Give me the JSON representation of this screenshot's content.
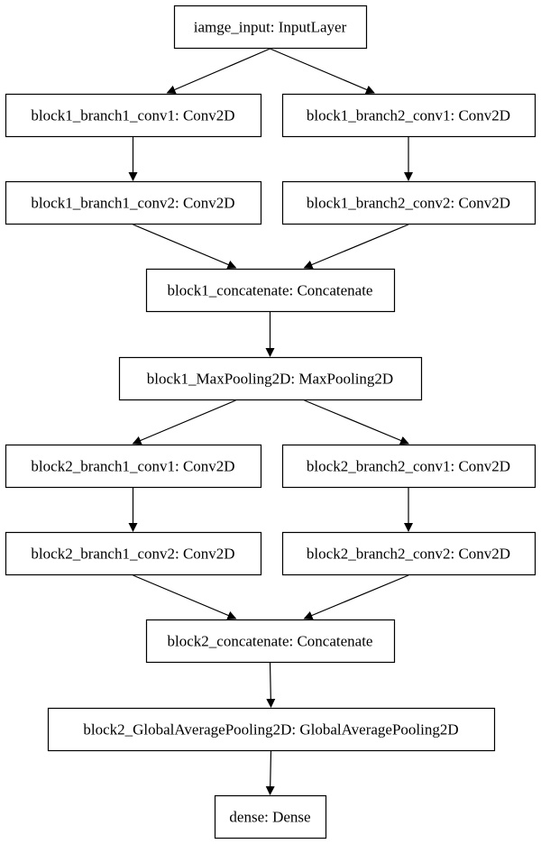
{
  "nodes": [
    {
      "id": "image_input",
      "label": "iamge_input: InputLayer"
    },
    {
      "id": "b1_br1_c1",
      "label": "block1_branch1_conv1: Conv2D"
    },
    {
      "id": "b1_br2_c1",
      "label": "block1_branch2_conv1: Conv2D"
    },
    {
      "id": "b1_br1_c2",
      "label": "block1_branch1_conv2: Conv2D"
    },
    {
      "id": "b1_br2_c2",
      "label": "block1_branch2_conv2: Conv2D"
    },
    {
      "id": "b1_concat",
      "label": "block1_concatenate: Concatenate"
    },
    {
      "id": "b1_pool",
      "label": "block1_MaxPooling2D: MaxPooling2D"
    },
    {
      "id": "b2_br1_c1",
      "label": "block2_branch1_conv1: Conv2D"
    },
    {
      "id": "b2_br2_c1",
      "label": "block2_branch2_conv1: Conv2D"
    },
    {
      "id": "b2_br1_c2",
      "label": "block2_branch1_conv2: Conv2D"
    },
    {
      "id": "b2_br2_c2",
      "label": "block2_branch2_conv2: Conv2D"
    },
    {
      "id": "b2_concat",
      "label": "block2_concatenate: Concatenate"
    },
    {
      "id": "b2_gap",
      "label": "block2_GlobalAveragePooling2D: GlobalAveragePooling2D"
    },
    {
      "id": "dense",
      "label": "dense: Dense"
    }
  ],
  "edges": [
    [
      "image_input",
      "b1_br1_c1"
    ],
    [
      "image_input",
      "b1_br2_c1"
    ],
    [
      "b1_br1_c1",
      "b1_br1_c2"
    ],
    [
      "b1_br2_c1",
      "b1_br2_c2"
    ],
    [
      "b1_br1_c2",
      "b1_concat"
    ],
    [
      "b1_br2_c2",
      "b1_concat"
    ],
    [
      "b1_concat",
      "b1_pool"
    ],
    [
      "b1_pool",
      "b2_br1_c1"
    ],
    [
      "b1_pool",
      "b2_br2_c1"
    ],
    [
      "b2_br1_c1",
      "b2_br1_c2"
    ],
    [
      "b2_br2_c1",
      "b2_br2_c2"
    ],
    [
      "b2_br1_c2",
      "b2_concat"
    ],
    [
      "b2_br2_c2",
      "b2_concat"
    ],
    [
      "b2_concat",
      "b2_gap"
    ],
    [
      "b2_gap",
      "dense"
    ]
  ],
  "colors": {
    "stroke": "#000000",
    "background": "#ffffff"
  }
}
